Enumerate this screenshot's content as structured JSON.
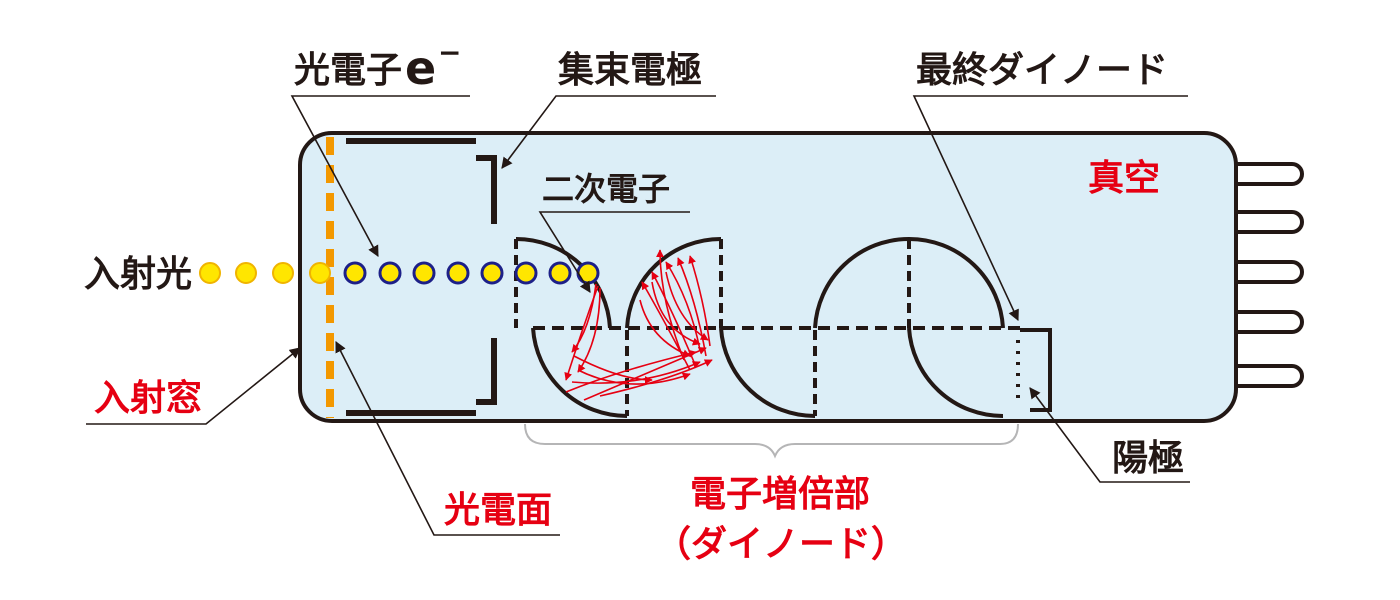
{
  "labels": {
    "photoelectron": "光電子",
    "electron_symbol": "e",
    "electron_charge": "−",
    "focusing_electrode": "集束電極",
    "last_dynode": "最終ダイノード",
    "secondary_electrons": "二次電子",
    "vacuum": "真空",
    "incident_light": "入射光",
    "entrance_window": "入射窓",
    "photocathode": "光電面",
    "anode": "陽極",
    "multiplier_line1": "電子増倍部",
    "multiplier_line2": "（ダイノード）"
  },
  "colors": {
    "tube_fill": "#dceef7",
    "outline": "#231815",
    "label_red": "#e60012",
    "window_orange": "#f39800",
    "photon_yellow": "#ffe600",
    "photon_stroke": "#f0b400",
    "electron_stroke": "#1d2088",
    "secondary_red": "#e60012",
    "leader_gray": "#595757"
  }
}
